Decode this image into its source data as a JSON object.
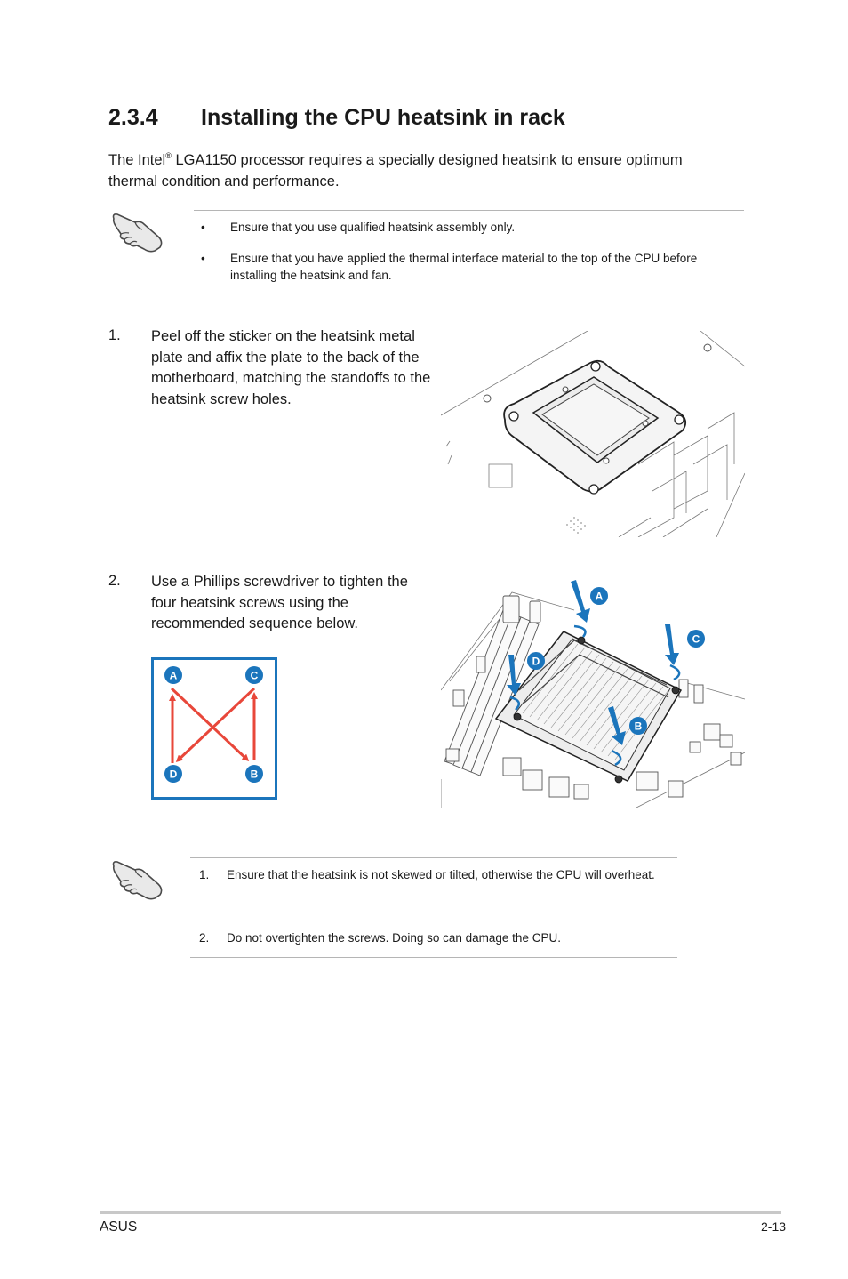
{
  "section": {
    "number": "2.3.4",
    "title": "Installing the CPU heatsink in rack"
  },
  "intro": {
    "before": "The Intel",
    "reg": "®",
    "after": " LGA1150 processor requires a specially designed heatsink to ensure optimum thermal condition and performance."
  },
  "note1": {
    "icon": "hand-note-icon",
    "bullet": "•",
    "items": [
      "Ensure that you use qualified heatsink assembly only.",
      "Ensure that you have applied the thermal interface material to the top of the CPU before installing the heatsink and fan."
    ]
  },
  "steps": [
    {
      "number": "1.",
      "text": "Peel off the sticker on the heatsink metal plate and affix the plate to the back of the motherboard, matching the standoffs to the heatsink screw holes."
    },
    {
      "number": "2.",
      "text": "Use a Phillips screwdriver to tighten the four heatsink screws using the recommended sequence below."
    }
  ],
  "sequence_diagram": {
    "labels": {
      "a": "A",
      "b": "B",
      "c": "C",
      "d": "D"
    },
    "colors": {
      "frame": "#1b75bc",
      "badge": "#1b75bc",
      "arrow": "#e8473a"
    }
  },
  "heatsink_illustration": {
    "labels": {
      "a": "A",
      "b": "B",
      "c": "C",
      "d": "D"
    }
  },
  "note2": {
    "icon": "hand-note-icon",
    "items": [
      {
        "number": "1.",
        "text": "Ensure that the heatsink is not skewed or tilted, otherwise the CPU will overheat."
      },
      {
        "number": "2.",
        "text": "Do not overtighten the screws. Doing so can damage the CPU."
      }
    ]
  },
  "footer": {
    "brand": "ASUS",
    "page": "2-13"
  }
}
